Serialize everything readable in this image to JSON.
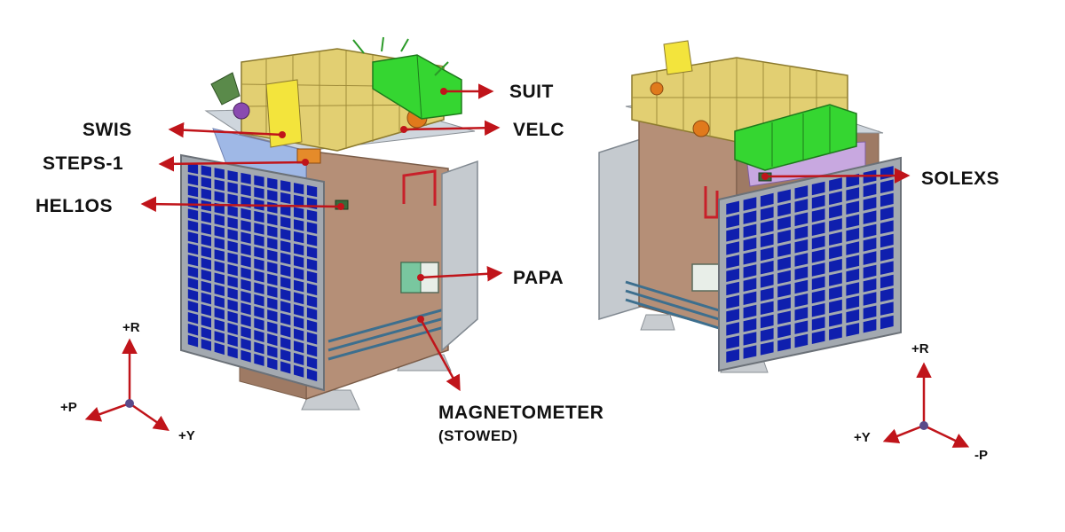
{
  "labels": {
    "suit": "SUIT",
    "swis": "SWIS",
    "velc": "VELC",
    "steps": "STEPS-1",
    "helios": "HEL1OS",
    "solexs": "SOLEXS",
    "papa": "PAPA",
    "magnetometer": "MAGNETOMETER",
    "magnetometer_note": "(STOWED)"
  },
  "axes_left": {
    "r": "+R",
    "p": "+P",
    "y": "+Y"
  },
  "axes_right": {
    "r": "+R",
    "y": "+Y",
    "p": "-P"
  },
  "colors": {
    "arrow": "#c0141a",
    "solar_cell": "#0f1fae",
    "panel_frame": "#a3a9b0",
    "body": "#b58f77",
    "payload_yellow": "#e2cf72",
    "payload_green": "#35d631"
  }
}
